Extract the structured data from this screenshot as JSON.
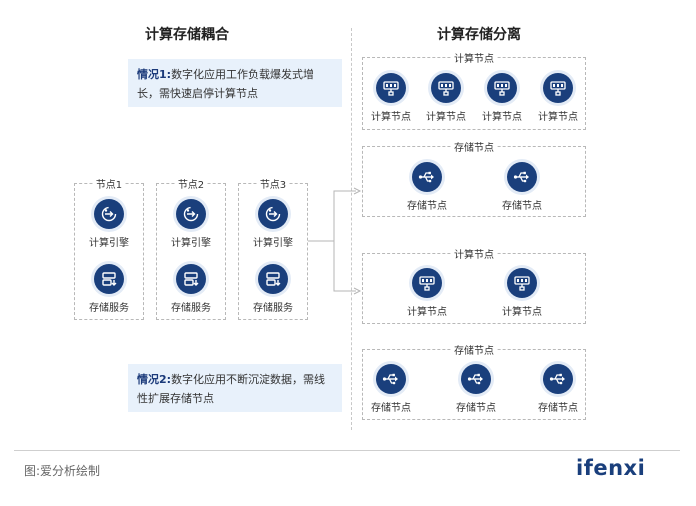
{
  "left_title": "计算存储耦合",
  "right_title": "计算存储分离",
  "situation1": {
    "label": "情况1:",
    "text": "数字化应用工作负载爆发式增长，需快速启停计算节点"
  },
  "situation2": {
    "label": "情况2:",
    "text": "数字化应用不断沉淀数据，需线性扩展存储节点"
  },
  "coupled_nodes": [
    {
      "title": "节点1",
      "compute": "计算引擎",
      "storage": "存储服务"
    },
    {
      "title": "节点2",
      "compute": "计算引擎",
      "storage": "存储服务"
    },
    {
      "title": "节点3",
      "compute": "计算引擎",
      "storage": "存储服务"
    }
  ],
  "separated_groups": [
    {
      "title": "计算节点",
      "kind": "compute",
      "nodes": [
        "计算节点",
        "计算节点",
        "计算节点",
        "计算节点"
      ]
    },
    {
      "title": "存储节点",
      "kind": "storage",
      "nodes": [
        "存储节点",
        "存储节点"
      ]
    },
    {
      "title": "计算节点",
      "kind": "compute",
      "nodes": [
        "计算节点",
        "计算节点"
      ]
    },
    {
      "title": "存储节点",
      "kind": "storage",
      "nodes": [
        "存储节点",
        "存储节点",
        "存储节点"
      ]
    }
  ],
  "caption": "图:爱分析绘制",
  "logo": "ifenxi",
  "icons": {
    "engine": "engine-icon",
    "storage_service": "storage-service-icon",
    "compute_node": "server-icon",
    "storage_node": "usb-storage-icon"
  },
  "colors": {
    "icon_bg": "#1a3f7c",
    "note_bg": "#e8f1fb",
    "accent": "#1a3f7c"
  }
}
